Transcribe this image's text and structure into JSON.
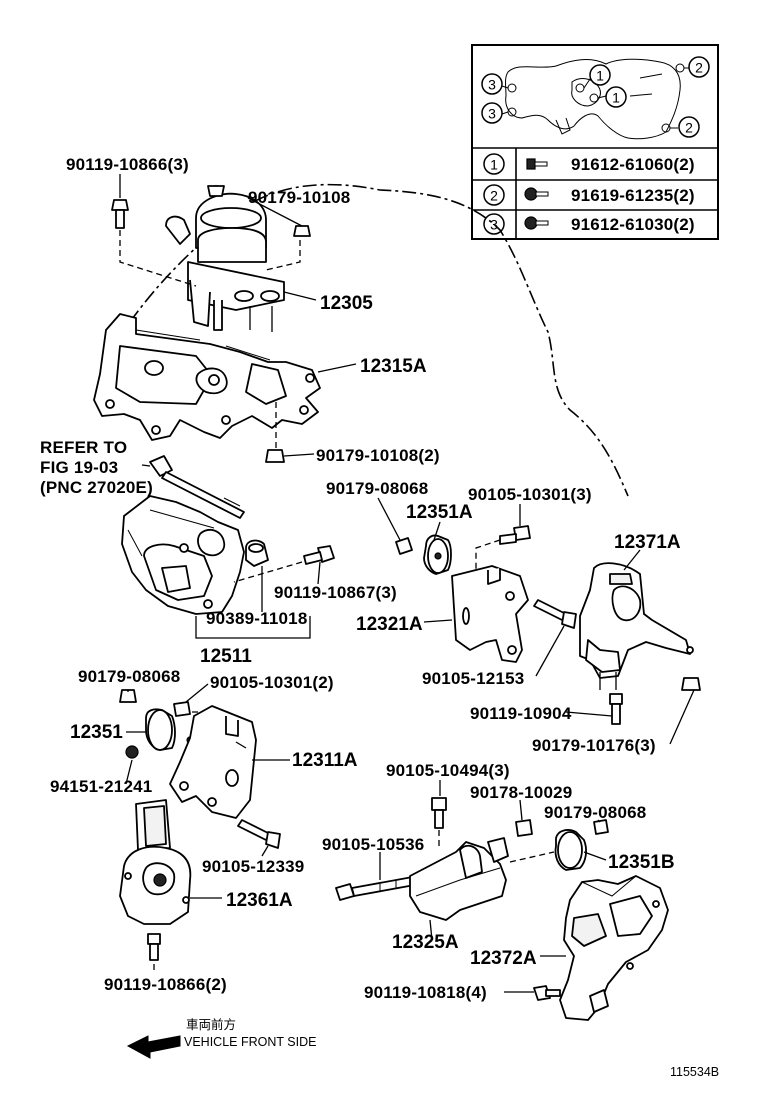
{
  "diagram_id": "115534B",
  "legend": {
    "rows": [
      {
        "marker": "1",
        "part": "91612-61060(2)"
      },
      {
        "marker": "2",
        "part": "91619-61235(2)"
      },
      {
        "marker": "3",
        "part": "91612-61030(2)"
      }
    ]
  },
  "inset_markers": [
    "1",
    "1",
    "2",
    "2",
    "3",
    "3"
  ],
  "reference": {
    "line1": "REFER TO",
    "line2": "FIG 19-03",
    "line3": "(PNC 27020E)"
  },
  "direction": {
    "japanese": "車両前方",
    "english": "VEHICLE FRONT SIDE"
  },
  "labels": {
    "p90119_10866_3": "90119-10866(3)",
    "p90179_10108": "90179-10108",
    "p12305": "12305",
    "p12315A": "12315A",
    "p90179_10108_2": "90179-10108(2)",
    "p90179_08068_a": "90179-08068",
    "p90105_10301_3": "90105-10301(3)",
    "p12351A": "12351A",
    "p12371A": "12371A",
    "p90119_10867_3": "90119-10867(3)",
    "p90389_11018": "90389-11018",
    "p12511": "12511",
    "p12321A": "12321A",
    "p90105_12153": "90105-12153",
    "p90179_08068_b": "90179-08068",
    "p90105_10301_2": "90105-10301(2)",
    "p90119_10904": "90119-10904",
    "p12351": "12351",
    "p12311A": "12311A",
    "p90179_10176_3": "90179-10176(3)",
    "p94151_21241": "94151-21241",
    "p90105_10494_3": "90105-10494(3)",
    "p90178_10029": "90178-10029",
    "p90179_08068_c": "90179-08068",
    "p90105_10536": "90105-10536",
    "p90105_12339": "90105-12339",
    "p12351B": "12351B",
    "p12361A": "12361A",
    "p12325A": "12325A",
    "p12372A": "12372A",
    "p90119_10818_4": "90119-10818(4)",
    "p90119_10866_2": "90119-10866(2)"
  }
}
